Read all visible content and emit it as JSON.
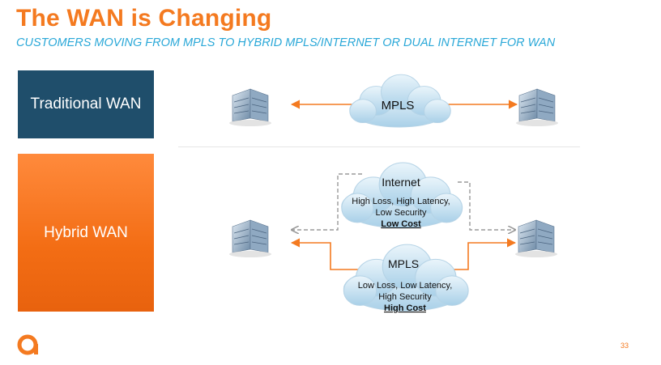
{
  "slide": {
    "title": "The WAN is Changing",
    "subtitle": "CUSTOMERS MOVING FROM MPLS TO HYBRID MPLS/INTERNET OR DUAL INTERNET FOR WAN",
    "page_number": "33"
  },
  "rows": {
    "traditional": {
      "label": "Traditional WAN"
    },
    "hybrid": {
      "label": "Hybrid WAN"
    }
  },
  "clouds": {
    "traditional_mpls": {
      "title": "MPLS"
    },
    "internet": {
      "title": "Internet",
      "line1": "High Loss, High Latency,",
      "line2": "Low Security",
      "cost": "Low Cost"
    },
    "hybrid_mpls": {
      "title": "MPLS",
      "line1": "Low Loss, Low Latency,",
      "line2": "High Security",
      "cost": "High Cost"
    }
  },
  "colors": {
    "accent": "#f47a20",
    "subtitle": "#2aa8d8",
    "traditional_box": "#1f4e6b",
    "hybrid_box": "#f36d14",
    "cloud": "#c9e2f1",
    "dashed_link": "#9a9a9a"
  },
  "icons": {
    "building": "office-building-icon",
    "logo": "company-logo-icon"
  }
}
